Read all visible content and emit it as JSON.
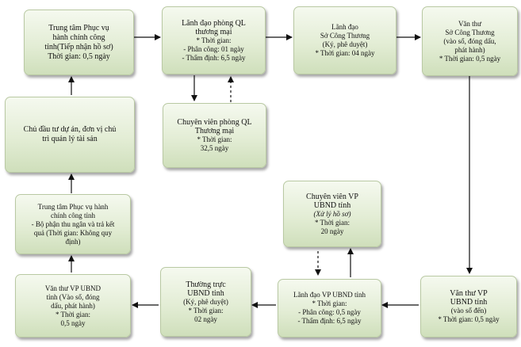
{
  "boxes": {
    "trung_tam_phuc_vu_top": [
      "Trung tâm Phục vụ",
      "hành chính công",
      "tỉnh(Tiếp nhận hồ sơ)",
      "Thời gian: 0,5 ngày"
    ],
    "lanh_dao_phong_ql": [
      "Lãnh đạo phòng QL",
      "thương mại",
      "* Thời gian:",
      "- Phân công: 01 ngày",
      "- Thẩm định: 6,5 ngày"
    ],
    "lanh_dao_so": [
      "Lãnh đạo",
      "Sở Công Thương",
      "(Ký, phê duyệt)",
      "* Thời gian: 04 ngày"
    ],
    "van_thu_so": [
      "Văn thư",
      "Sở Công Thương",
      "(vào sổ, đóng dấu,",
      "phát hành)",
      "* Thời gian: 0,5 ngày"
    ],
    "chuyen_vien_phong_ql": [
      "Chuyên viên phòng QL",
      "Thương mại",
      "* Thời gian:",
      "32,5 ngày"
    ],
    "chu_dau_tu": [
      "Chủ đầu tư dự án, đơn vị chủ",
      "trì quản lý tài sản"
    ],
    "trung_tam_phuc_vu_bottom": [
      "Trung tâm Phục vụ hành",
      "chính công tỉnh",
      "- Bộ phận thu ngân và trả kết",
      "quả (Thời gian: Không quy",
      "định)"
    ],
    "chuyen_vien_vp_ubnd": [
      "Chuyên viên VP",
      "UBND tỉnh",
      "(Xử lý hồ sơ)",
      "* Thời gian:",
      "20 ngày"
    ],
    "van_thu_vp_ubnd_left": [
      "Văn thư VP UBND",
      "tỉnh (Vào sổ, đóng",
      "dấu, phát hành)",
      "* Thời gian:",
      "0,5 ngày"
    ],
    "thuong_truc_ubnd": [
      "Thường trực",
      "UBND tỉnh",
      "(Ký, phê duyệt)",
      "* Thời gian:",
      "02 ngày"
    ],
    "lanh_dao_vp_ubnd": [
      "Lãnh đạo VP UBND tỉnh",
      "* Thời gian:",
      "- Phân công: 0,5 ngày",
      "- Thẩm định: 6,5  ngày"
    ],
    "van_thu_vp_ubnd_right": [
      "Văn thư VP",
      "UBND tỉnh",
      "(vào sổ đến)",
      "* Thời gian: 0,5 ngày"
    ]
  }
}
